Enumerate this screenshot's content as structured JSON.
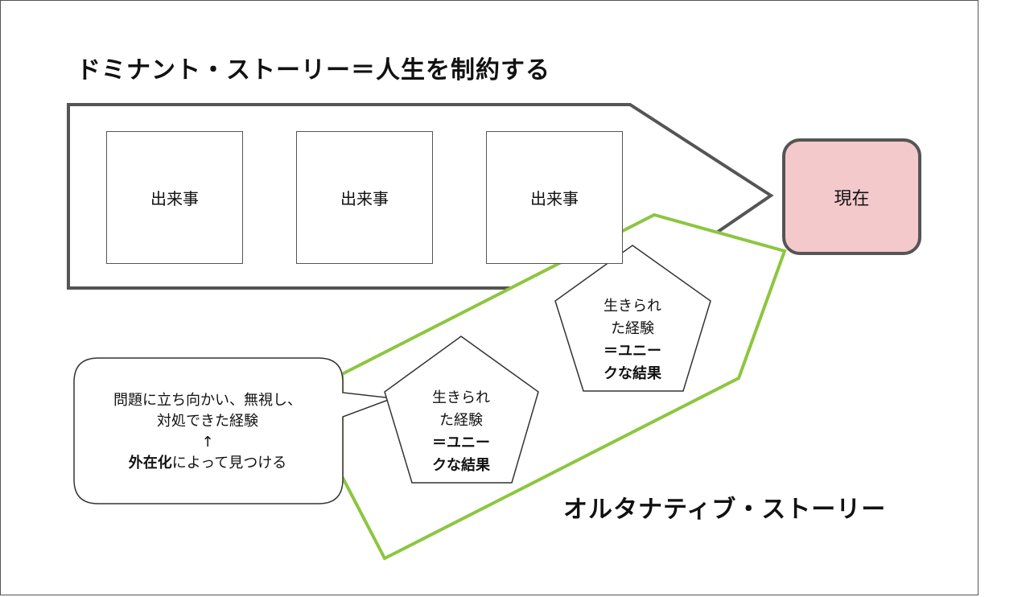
{
  "dominant_story": {
    "title": "ドミナント・ストーリー＝人生を制約する"
  },
  "events": [
    {
      "label": "出来事"
    },
    {
      "label": "出来事"
    },
    {
      "label": "出来事"
    }
  ],
  "present": {
    "label": "現在"
  },
  "unique_outcomes": [
    {
      "line1": "生きられ",
      "line2": "た経験",
      "line3": "＝ユニー",
      "line4": "クな結果"
    },
    {
      "line1": "生きられ",
      "line2": "た経験",
      "line3": "＝ユニー",
      "line4": "クな結果"
    }
  ],
  "callout": {
    "line1": "問題に立ち向かい、無視し、",
    "line2": "対処できた経験",
    "arrow": "↑",
    "line3_bold": "外在化",
    "line3_rest": "によって見つける"
  },
  "alternative_story": {
    "title": "オルタナティブ・ストーリー"
  },
  "colors": {
    "dominant_outline": "#555555",
    "alternative_outline": "#8cc63f",
    "present_fill": "#f4c9cc"
  }
}
